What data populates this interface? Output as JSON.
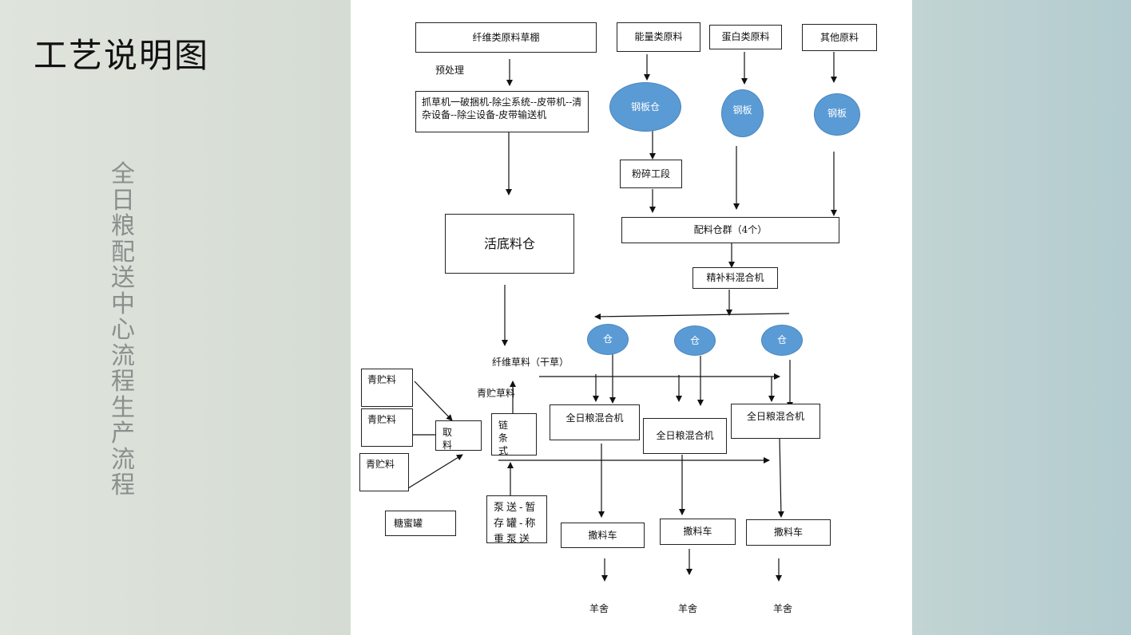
{
  "slide": {
    "title": "工艺说明图",
    "vertical_title": "全日粮配送中心流程生产流程"
  },
  "diagram": {
    "fiber_shed": "纤维类原料草棚",
    "pretreat": "预处理",
    "grab_chain": "抓草机一破捆机-除尘系统--皮带机--清杂设备--除尘设备-皮带输送机",
    "live_bin": "活底料仓",
    "energy_raw": "能量类原料",
    "protein_raw": "蛋白类原料",
    "other_raw": "其他原料",
    "steel_silo": "钢板仓",
    "steel_silo_small_1": "钢板",
    "steel_silo_small_2": "钢板",
    "crushing": "粉碎工段",
    "batching_bins": "配料仓群（4个）",
    "concentrate_mixer": "精补料混合机",
    "bin_1": "仓",
    "bin_2": "仓",
    "bin_3": "仓",
    "fiber_hay": "纤维草料（干草）",
    "silage_feed": "青贮草料",
    "silage_1": "青贮料",
    "silage_2": "青贮料",
    "silage_3": "青贮料",
    "reclaimer": "取料机",
    "chain_conveyor": "链条式输送",
    "molasses_tank": "糖蜜罐",
    "pump": "泵送-暂存罐-称重泵送",
    "tmr_mixer_1": "全日粮混合机",
    "tmr_mixer_2": "全日粮混合机",
    "tmr_mixer_3": "全日粮混合机",
    "spreader_1": "撒料车",
    "spreader_2": "撒料车",
    "spreader_3": "撒料车",
    "shed_1": "羊舍",
    "shed_2": "羊舍",
    "shed_3": "羊舍"
  },
  "colors": {
    "silo_fill": "#5b9bd5",
    "left_bg": "#dfe4dc",
    "right_bg": "#b3ccd0"
  }
}
